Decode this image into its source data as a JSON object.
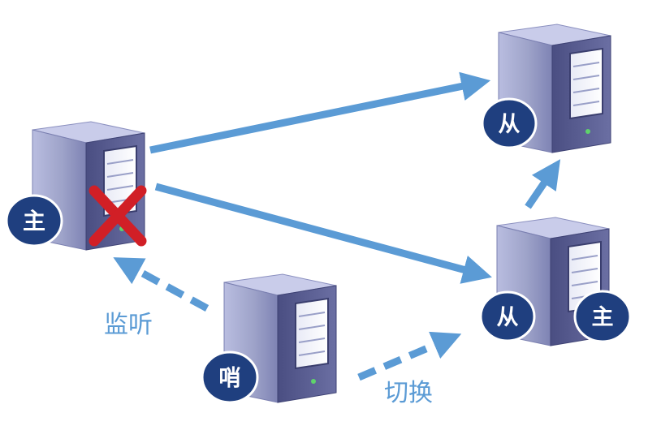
{
  "colors": {
    "arrow": "#5b9bd5",
    "badge_fill": "#1f3f7f",
    "badge_stroke": "#ffffff",
    "failure_mark": "#d11f26",
    "label": "#5b9bd5",
    "server_front": "#9ea3c9",
    "server_side": "#6b6fa3",
    "server_top": "#c9ccea"
  },
  "nodes": {
    "master": {
      "badge": "主",
      "failed": true,
      "icon": "server-icon"
    },
    "slave_top": {
      "badge": "从",
      "icon": "server-icon"
    },
    "slave_bottom": {
      "badge": "从",
      "promoted_badge": "主",
      "icon": "server-icon"
    },
    "sentinel": {
      "badge": "哨",
      "icon": "server-icon"
    }
  },
  "edges": {
    "listen_label": "监听",
    "switch_label": "切换"
  }
}
